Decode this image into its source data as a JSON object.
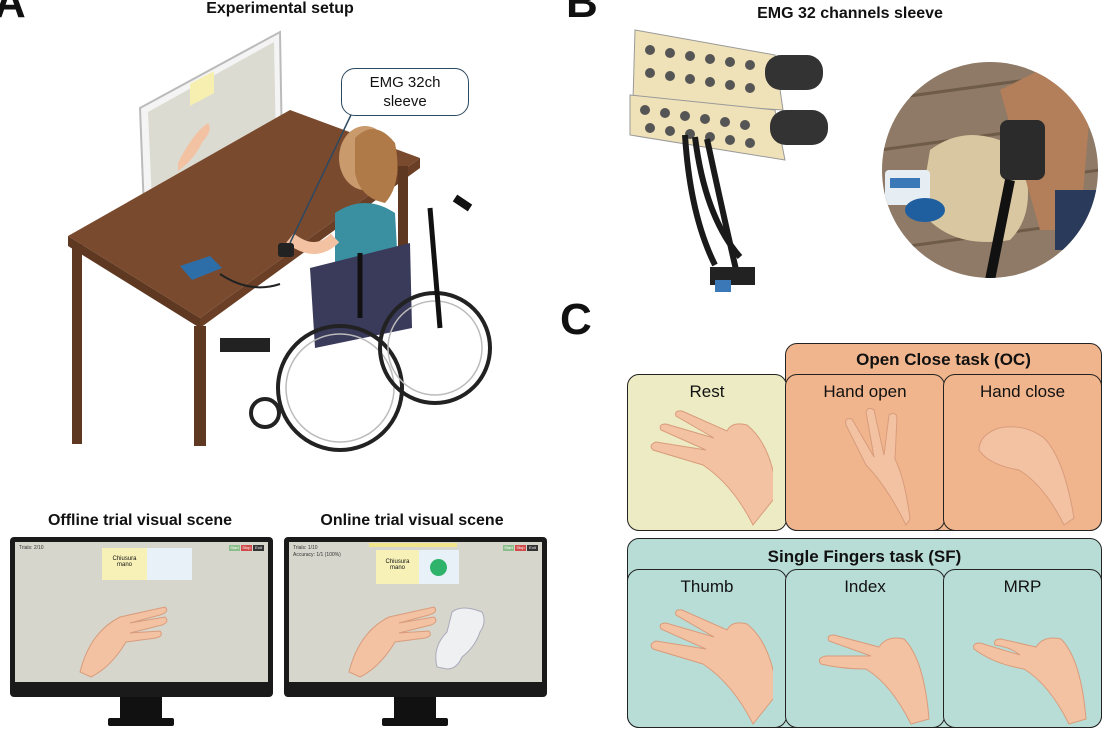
{
  "panel_a": {
    "letter": "A",
    "title": "Experimental setup",
    "callout": [
      "EMG 32ch",
      "sleeve"
    ]
  },
  "panel_b": {
    "letter": "B",
    "title": "EMG 32 channels sleeve"
  },
  "panel_c": {
    "letter": "C",
    "oc_header": "Open Close task (OC)",
    "sf_header": "Single Fingers task (SF)",
    "rest": "Rest",
    "oc_items": [
      "Hand open",
      "Hand close"
    ],
    "sf_items": [
      "Thumb",
      "Index",
      "MRP"
    ]
  },
  "scenes": {
    "offline_title": "Offline trial visual scene",
    "online_title": "Online trial visual scene",
    "offline_trials": "Trials: 2/10",
    "online_trials": "Trials: 1/10",
    "online_accuracy": "Accuracy: 1/1 (100%)",
    "card_text": [
      "Chiusura",
      "mano"
    ],
    "buttons": [
      "Start",
      "Stop",
      "Exit"
    ]
  },
  "colors": {
    "rest_bg": "#ecebc3",
    "oc_bg": "#f0b58c",
    "sf_bg": "#b8ddd6",
    "skin": "#f2c2a2",
    "table": "#7a4a2e",
    "green_dot": "#2fb36b"
  }
}
